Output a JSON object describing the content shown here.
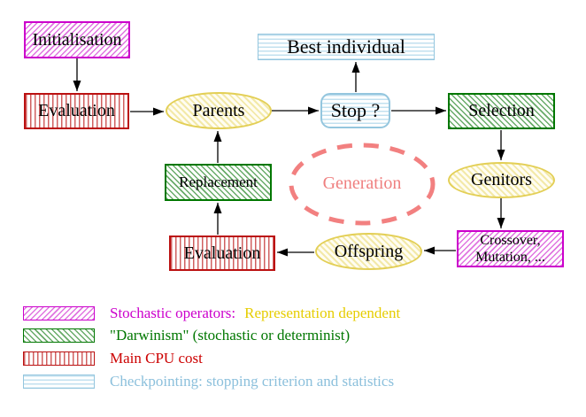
{
  "nodes": {
    "initialisation": {
      "label": "Initialisation"
    },
    "evaluation_top": {
      "label": "Evaluation"
    },
    "parents": {
      "label": "Parents"
    },
    "best_individual": {
      "label": "Best individual"
    },
    "stop": {
      "label": "Stop ?"
    },
    "selection": {
      "label": "Selection"
    },
    "genitors": {
      "label": "Genitors"
    },
    "crossover_mutation": {
      "line1": "Crossover,",
      "line2": "Mutation, ..."
    },
    "offspring": {
      "label": "Offspring"
    },
    "evaluation_bottom": {
      "label": "Evaluation"
    },
    "replacement": {
      "label": "Replacement"
    },
    "generation": {
      "label": "Generation"
    }
  },
  "legend": [
    {
      "label": "Stochastic operators:",
      "label2": "Representation dependent"
    },
    {
      "label": "\"Darwinism\" (stochastic or determinist)"
    },
    {
      "label": "Main CPU cost"
    },
    {
      "label": "Checkpointing: stopping criterion and statistics"
    }
  ],
  "palette": {
    "magenta": "#cc00cc",
    "green": "#007700",
    "red": "#bb1111",
    "red_text": "#cc0000",
    "light_blue": "#94c6de",
    "yellow_text": "#e6cd00",
    "yellow_node_border": "#e3cf56",
    "salmon": "#f08080",
    "arrow_black": "#000000"
  }
}
